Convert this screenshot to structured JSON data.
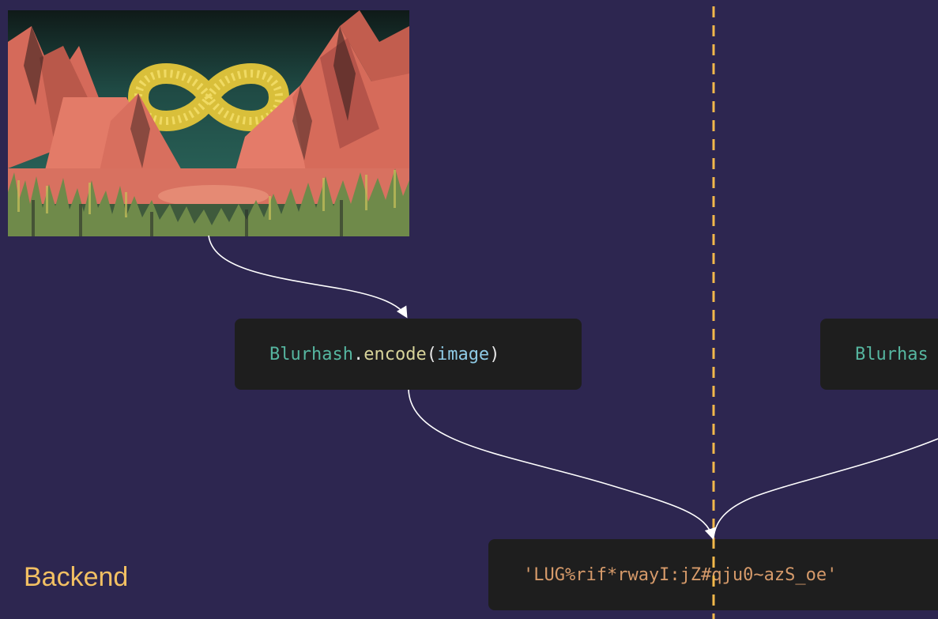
{
  "labels": {
    "backend": "Backend"
  },
  "code": {
    "encode": {
      "class_name": "Blurhash",
      "dot": ".",
      "method": "encode",
      "open_paren": "(",
      "argument": "image",
      "close_paren": ")"
    },
    "decode": {
      "class_name": "Blurhas"
    },
    "hash": {
      "value": "'LUG%rif*rwayI:jZ#qju0~azS_oe'"
    }
  },
  "colors": {
    "background": "#2d2650",
    "code_box": "#1e1e1e",
    "divider": "#f2b84b",
    "arrows": "#ffffff",
    "label": "#f2c063"
  }
}
